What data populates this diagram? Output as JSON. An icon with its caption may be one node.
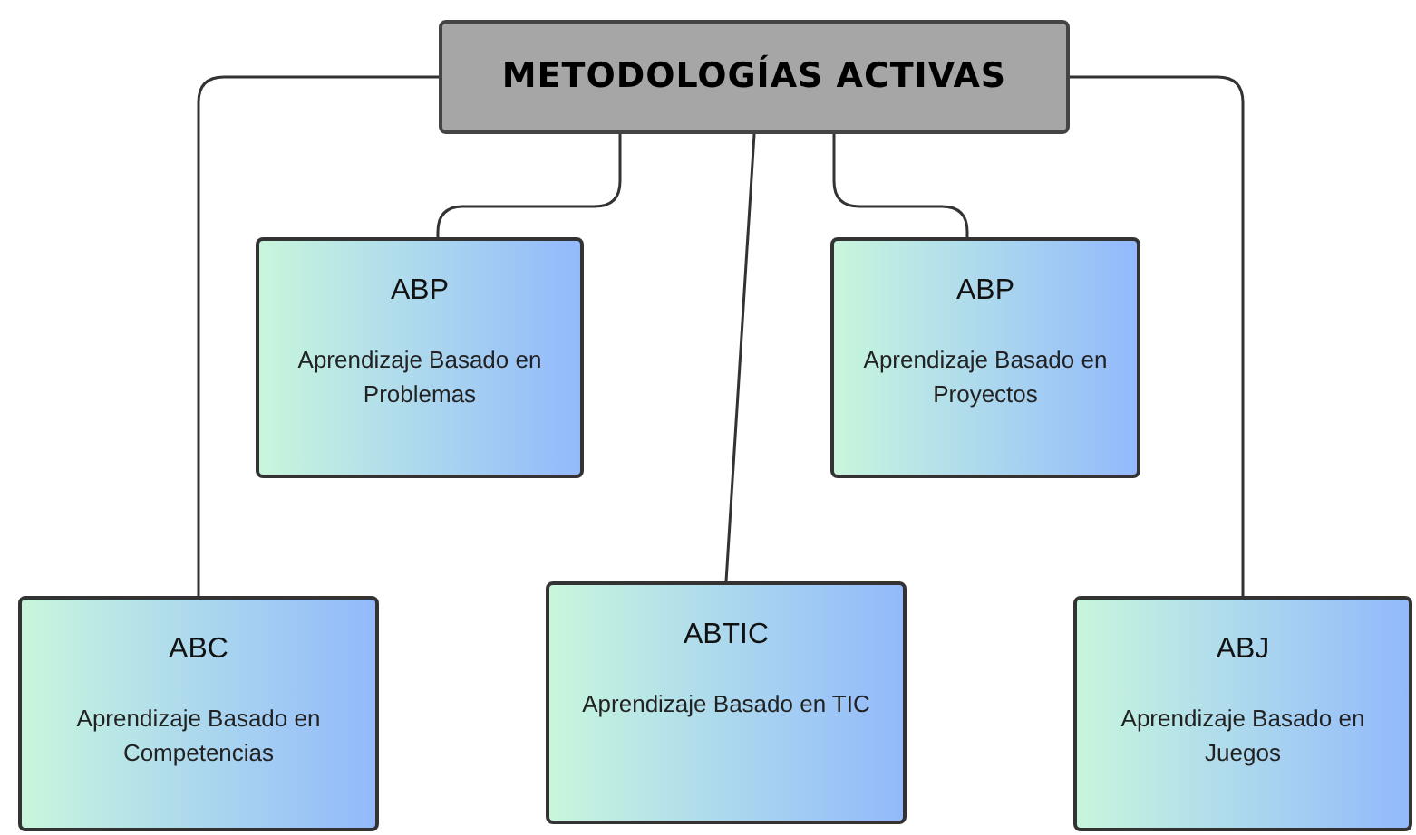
{
  "diagram": {
    "nodes": [
      {
        "text": [
          "METODOLOGÍAS ACTIVAS"
        ]
      },
      {
        "text": [
          "ABP",
          "Aprendizaje Basado en Problemas"
        ]
      },
      {
        "text": [
          "ABP",
          "Aprendizaje Basado en Proyectos"
        ]
      },
      {
        "text": [
          "ABC",
          "Aprendizaje Basado en Competencias"
        ]
      },
      {
        "text": [
          "ABTIC",
          "Aprendizaje Basado en TIC"
        ]
      },
      {
        "text": [
          "ABJ",
          "Aprendizaje Basado en Juegos"
        ]
      }
    ],
    "edges": [
      {
        "from": 0,
        "to": 3,
        "arrow": "none"
      },
      {
        "from": 0,
        "to": 1,
        "arrow": "none"
      },
      {
        "from": 0,
        "to": 4,
        "arrow": "none"
      },
      {
        "from": 0,
        "to": 2,
        "arrow": "none"
      },
      {
        "from": 0,
        "to": 5,
        "arrow": "none"
      }
    ]
  }
}
